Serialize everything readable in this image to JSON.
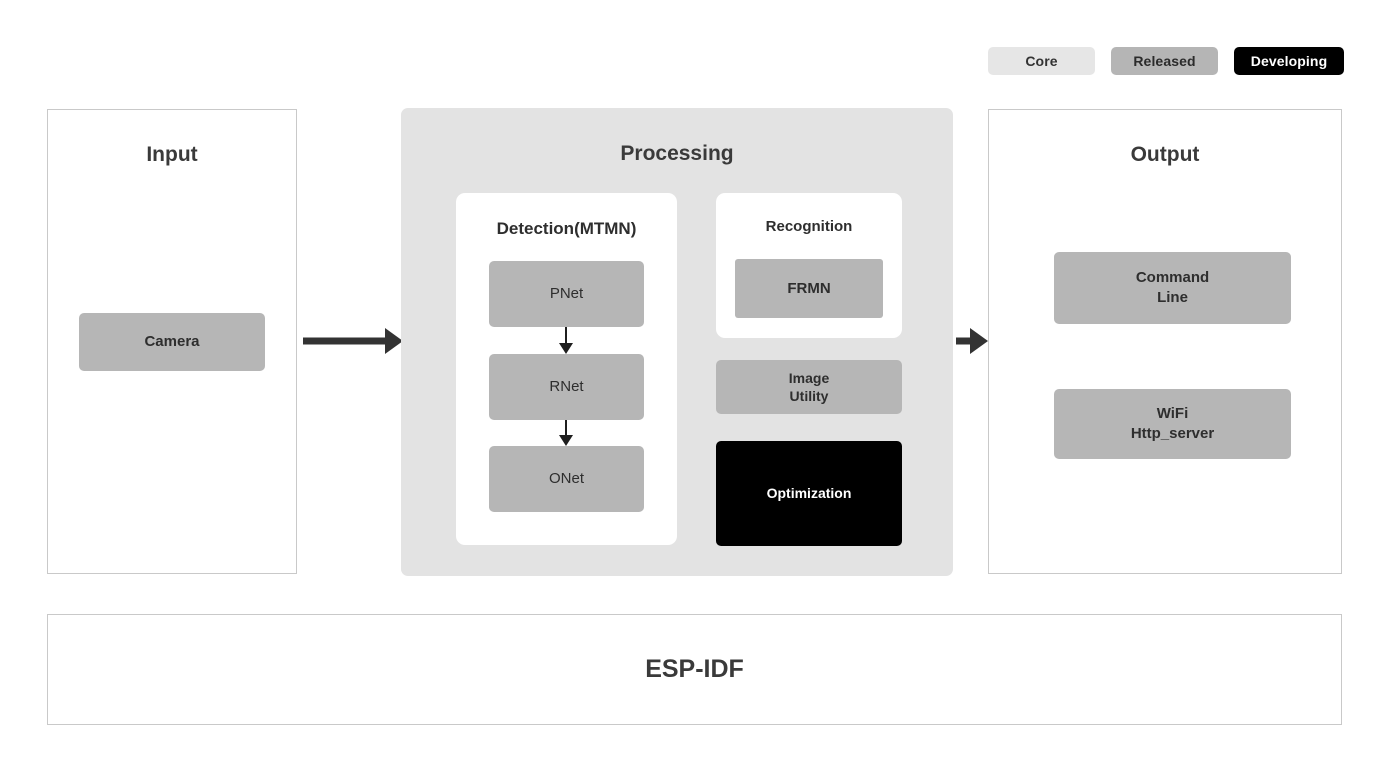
{
  "legend": {
    "items": [
      {
        "label": "Core",
        "color": "#e6e6e6",
        "text_color": "#333333"
      },
      {
        "label": "Released",
        "color": "#b5b5b5",
        "text_color": "#2b2b2b"
      },
      {
        "label": "Developing",
        "color": "#000000",
        "text_color": "#ffffff"
      }
    ]
  },
  "stages": {
    "input": {
      "title": "Input",
      "boxes": [
        {
          "label": "Camera",
          "status": "Released"
        }
      ]
    },
    "processing": {
      "title": "Processing",
      "detection": {
        "title": "Detection(MTMN)",
        "boxes": [
          {
            "label": "PNet",
            "status": "Released"
          },
          {
            "label": "RNet",
            "status": "Released"
          },
          {
            "label": "ONet",
            "status": "Released"
          }
        ]
      },
      "recognition": {
        "title": "Recognition",
        "boxes": [
          {
            "label": "FRMN",
            "status": "Released"
          }
        ]
      },
      "extras": [
        {
          "label_line1": "Image",
          "label_line2": "Utility",
          "status": "Released"
        },
        {
          "label_line1": "Optimization",
          "label_line2": "",
          "status": "Developing"
        }
      ]
    },
    "output": {
      "title": "Output",
      "boxes": [
        {
          "label_line1": "Command",
          "label_line2": "Line",
          "status": "Released"
        },
        {
          "label_line1": "WiFi",
          "label_line2": "Http_server",
          "status": "Released"
        }
      ]
    }
  },
  "footer": {
    "label": "ESP-IDF"
  },
  "colors": {
    "core": "#e6e6e6",
    "released": "#b6b6b6",
    "developing": "#000000",
    "processing_bg": "#e3e3e3",
    "panel_border": "#c9c9c9",
    "arrow": "#333333"
  }
}
